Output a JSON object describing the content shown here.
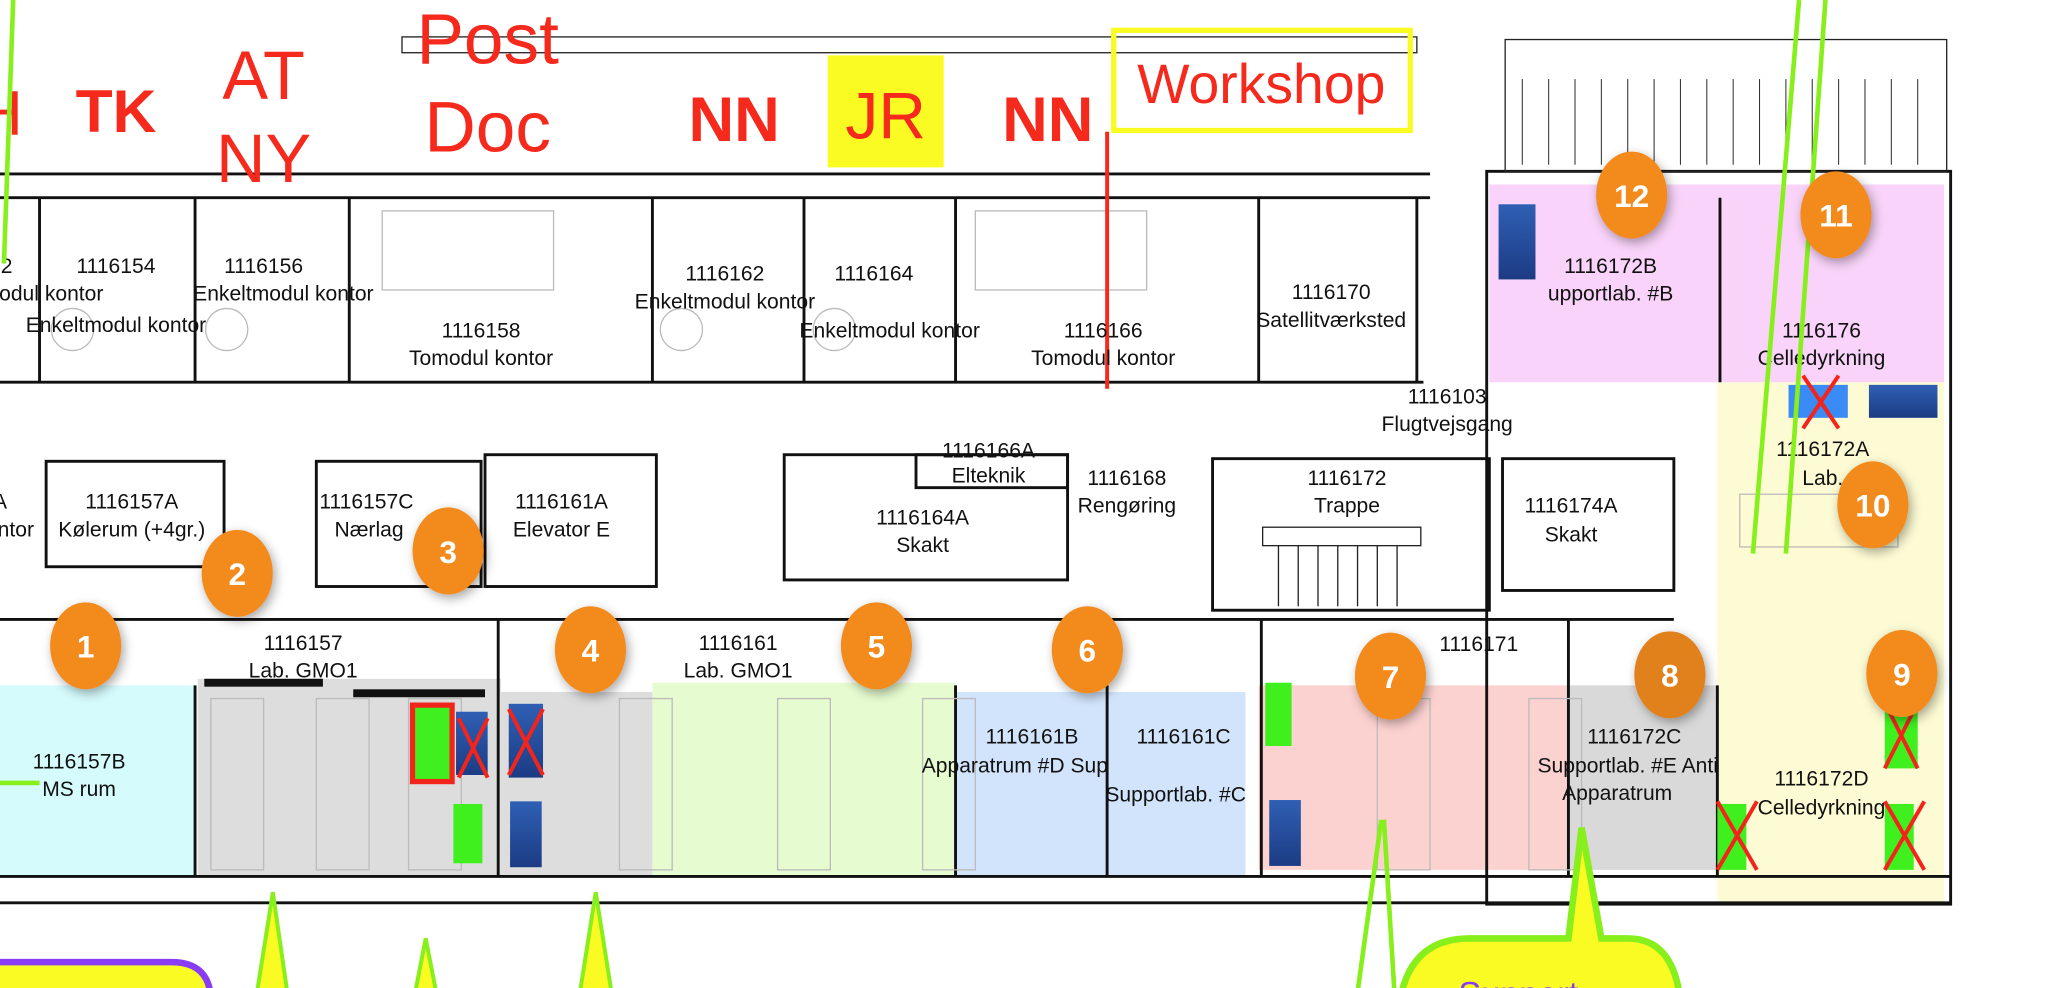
{
  "title": "Floor plan – lab and office wing",
  "annotations": {
    "h_partial": "H",
    "tk": "TK",
    "at": "AT",
    "ny": "NY",
    "post": "Post",
    "doc": "Doc",
    "nn1": "NN",
    "jr": "JR",
    "nn2": "NN",
    "workshop": "Workshop",
    "support_callout": "Support"
  },
  "colors": {
    "annotation_red": "#f5291c",
    "highlight_yellow": "#fbfb24",
    "marker_orange": "#f28a1e",
    "zone_cyan": "#d6fbfd",
    "zone_gray": "#d9d9d9",
    "zone_lightgreen": "#e6fbcf",
    "zone_blue": "#d2e4fb",
    "zone_pink": "#fcd2d0",
    "zone_magenta": "#f9d3f9",
    "zone_yellow": "#fdfbd3",
    "equipment_blue": "#2a4f98",
    "equipment_green": "#3ff01e",
    "callout_purple": "#8a3cf5",
    "line_green": "#86ef1c"
  },
  "markers": [
    "1",
    "2",
    "3",
    "4",
    "5",
    "6",
    "7",
    "8",
    "9",
    "10",
    "11",
    "12"
  ],
  "rooms": {
    "r152": {
      "number": "2",
      "name": "Enkeltmodul kontor"
    },
    "r154": {
      "number": "1116154",
      "name": "Enkeltmodul kontor"
    },
    "r156": {
      "number": "1116156",
      "name": "Enkeltmodul kontor"
    },
    "r158": {
      "number": "1116158",
      "name": "Tomodul kontor"
    },
    "r162": {
      "number": "1116162",
      "name": "Enkeltmodul kontor"
    },
    "r164": {
      "number": "1116164",
      "name": "Enkeltmodul kontor"
    },
    "r166": {
      "number": "1116166",
      "name": "Tomodul kontor"
    },
    "r170": {
      "number": "1116170",
      "name": "Satellitværksted"
    },
    "r172b": {
      "number": "1116172B",
      "name": "upportlab. #B"
    },
    "r176": {
      "number": "1116176",
      "name": "Celledyrkning"
    },
    "r103": {
      "number": "1116103",
      "name": "Flugtvejsgang"
    },
    "r157a": {
      "number": "1116157A",
      "name": "Kølerum (+4gr.)"
    },
    "r157c": {
      "number": "1116157C",
      "name": "Nærlag"
    },
    "r161a": {
      "number": "1116161A",
      "name": "Elevator E"
    },
    "r166a": {
      "number": "1116166A",
      "name": "Elteknik"
    },
    "r164a": {
      "number": "1116164A",
      "name": "Skakt"
    },
    "r168": {
      "number": "1116168",
      "name": "Rengøring"
    },
    "r172": {
      "number": "1116172",
      "name": "Trappe"
    },
    "r174a": {
      "number": "1116174A",
      "name": "Skakt"
    },
    "r172a": {
      "number": "1116172A",
      "name": "Lab."
    },
    "r157": {
      "number": "1116157",
      "name": "Lab. GMO1"
    },
    "r161": {
      "number": "1116161",
      "name": "Lab. GMO1"
    },
    "r171": {
      "number": "1116171"
    },
    "r157b": {
      "number": "1116157B",
      "name": "MS rum"
    },
    "r161b": {
      "number": "1116161B",
      "name": "Apparatrum #D Sup"
    },
    "r161c": {
      "number": "1116161C",
      "name": "Supportlab. #C"
    },
    "r172c": {
      "number": "1116172C",
      "name": "Supportlab. #E Anti",
      "name2": "Apparatrum"
    },
    "r172d": {
      "number": "1116172D",
      "name": "Celledyrkning"
    },
    "left_a": {
      "number": "A",
      "name": "ntor"
    }
  }
}
